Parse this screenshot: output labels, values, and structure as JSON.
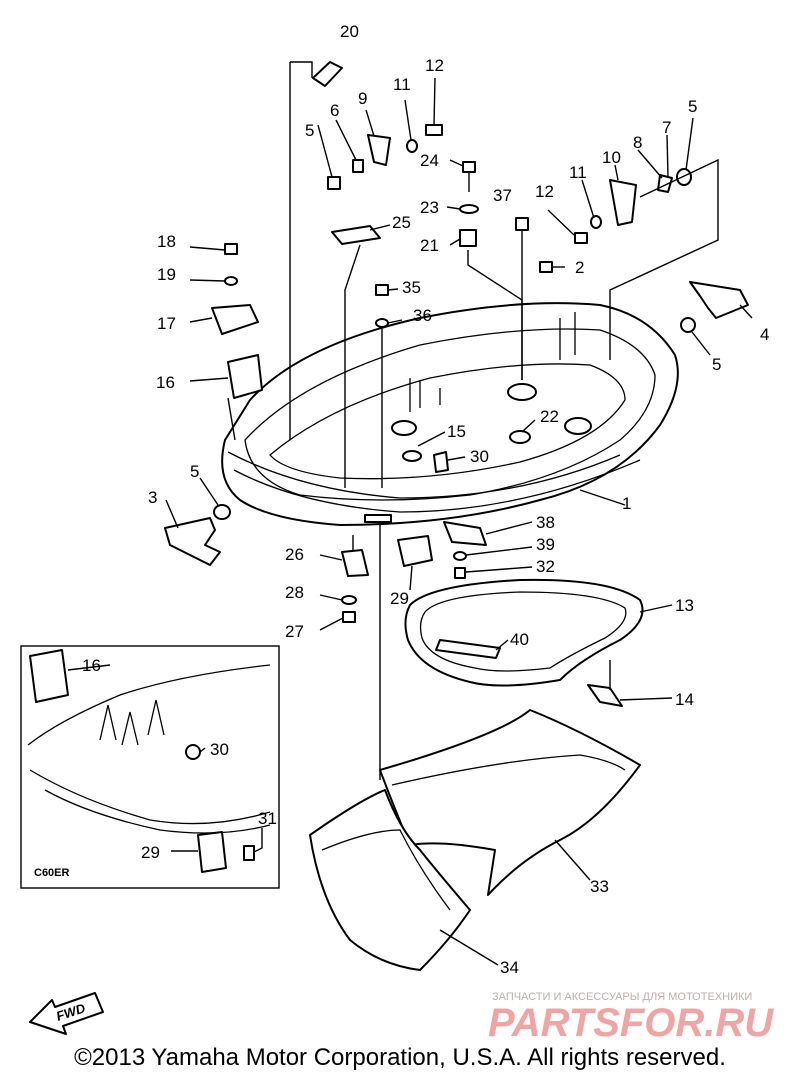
{
  "diagram": {
    "callouts": [
      {
        "id": "c1",
        "text": "1"
      },
      {
        "id": "c2",
        "text": "2"
      },
      {
        "id": "c3",
        "text": "3"
      },
      {
        "id": "c4",
        "text": "4"
      },
      {
        "id": "c5a",
        "text": "5"
      },
      {
        "id": "c5b",
        "text": "5"
      },
      {
        "id": "c5c",
        "text": "5"
      },
      {
        "id": "c5d",
        "text": "5"
      },
      {
        "id": "c6",
        "text": "6"
      },
      {
        "id": "c7",
        "text": "7"
      },
      {
        "id": "c8",
        "text": "8"
      },
      {
        "id": "c9",
        "text": "9"
      },
      {
        "id": "c10",
        "text": "10"
      },
      {
        "id": "c11a",
        "text": "11"
      },
      {
        "id": "c11b",
        "text": "11"
      },
      {
        "id": "c12a",
        "text": "12"
      },
      {
        "id": "c12b",
        "text": "12"
      },
      {
        "id": "c13",
        "text": "13"
      },
      {
        "id": "c14",
        "text": "14"
      },
      {
        "id": "c15",
        "text": "15"
      },
      {
        "id": "c16a",
        "text": "16"
      },
      {
        "id": "c16b",
        "text": "16"
      },
      {
        "id": "c17",
        "text": "17"
      },
      {
        "id": "c18",
        "text": "18"
      },
      {
        "id": "c19",
        "text": "19"
      },
      {
        "id": "c20",
        "text": "20"
      },
      {
        "id": "c21",
        "text": "21"
      },
      {
        "id": "c22",
        "text": "22"
      },
      {
        "id": "c23",
        "text": "23"
      },
      {
        "id": "c24",
        "text": "24"
      },
      {
        "id": "c25",
        "text": "25"
      },
      {
        "id": "c26",
        "text": "26"
      },
      {
        "id": "c27",
        "text": "27"
      },
      {
        "id": "c28",
        "text": "28"
      },
      {
        "id": "c29a",
        "text": "29"
      },
      {
        "id": "c29b",
        "text": "29"
      },
      {
        "id": "c30a",
        "text": "30"
      },
      {
        "id": "c30b",
        "text": "30"
      },
      {
        "id": "c31",
        "text": "31"
      },
      {
        "id": "c32",
        "text": "32"
      },
      {
        "id": "c33",
        "text": "33"
      },
      {
        "id": "c34",
        "text": "34"
      },
      {
        "id": "c35",
        "text": "35"
      },
      {
        "id": "c36",
        "text": "36"
      },
      {
        "id": "c37",
        "text": "37"
      },
      {
        "id": "c38",
        "text": "38"
      },
      {
        "id": "c39",
        "text": "39"
      },
      {
        "id": "c40",
        "text": "40"
      }
    ],
    "inset_label": "C60ER",
    "fwd_label": "FWD"
  },
  "watermark": {
    "tagline": "ЗАПЧАСТИ И АКСЕССУАРЫ ДЛЯ МОТОТЕХНИКИ",
    "brand": "PARTSFOR.RU"
  },
  "footer": {
    "copyright": "©2013 Yamaha Motor Corporation, U.S.A. All rights reserved."
  },
  "colors": {
    "line": "#000000",
    "background": "#ffffff",
    "watermark_brand": "#f2a3a3",
    "watermark_tagline": "#c9a9a9"
  }
}
